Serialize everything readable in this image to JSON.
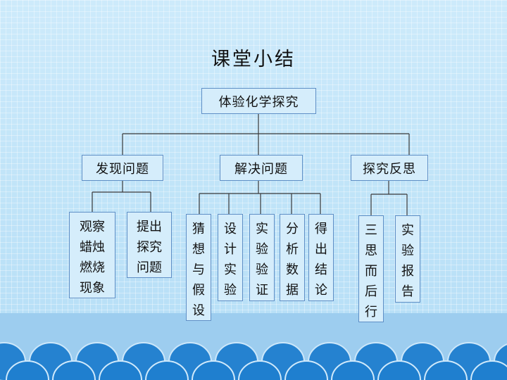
{
  "title": "课堂小结",
  "root": "体验化学探究",
  "branches": [
    {
      "label": "发现问题",
      "children": [
        "观察蜡烛燃烧现象",
        "提出探究问题"
      ]
    },
    {
      "label": "解决问题",
      "children": [
        "猜想与假设",
        "设计实验",
        "实验验证",
        "分析数据",
        "得出结论"
      ]
    },
    {
      "label": "探究反思",
      "children": [
        "三思而后行",
        "实验报告"
      ]
    }
  ],
  "colors": {
    "line": "#3a3a3a",
    "box_border": "#5f8fc6",
    "wave": "#1f7fcf"
  }
}
